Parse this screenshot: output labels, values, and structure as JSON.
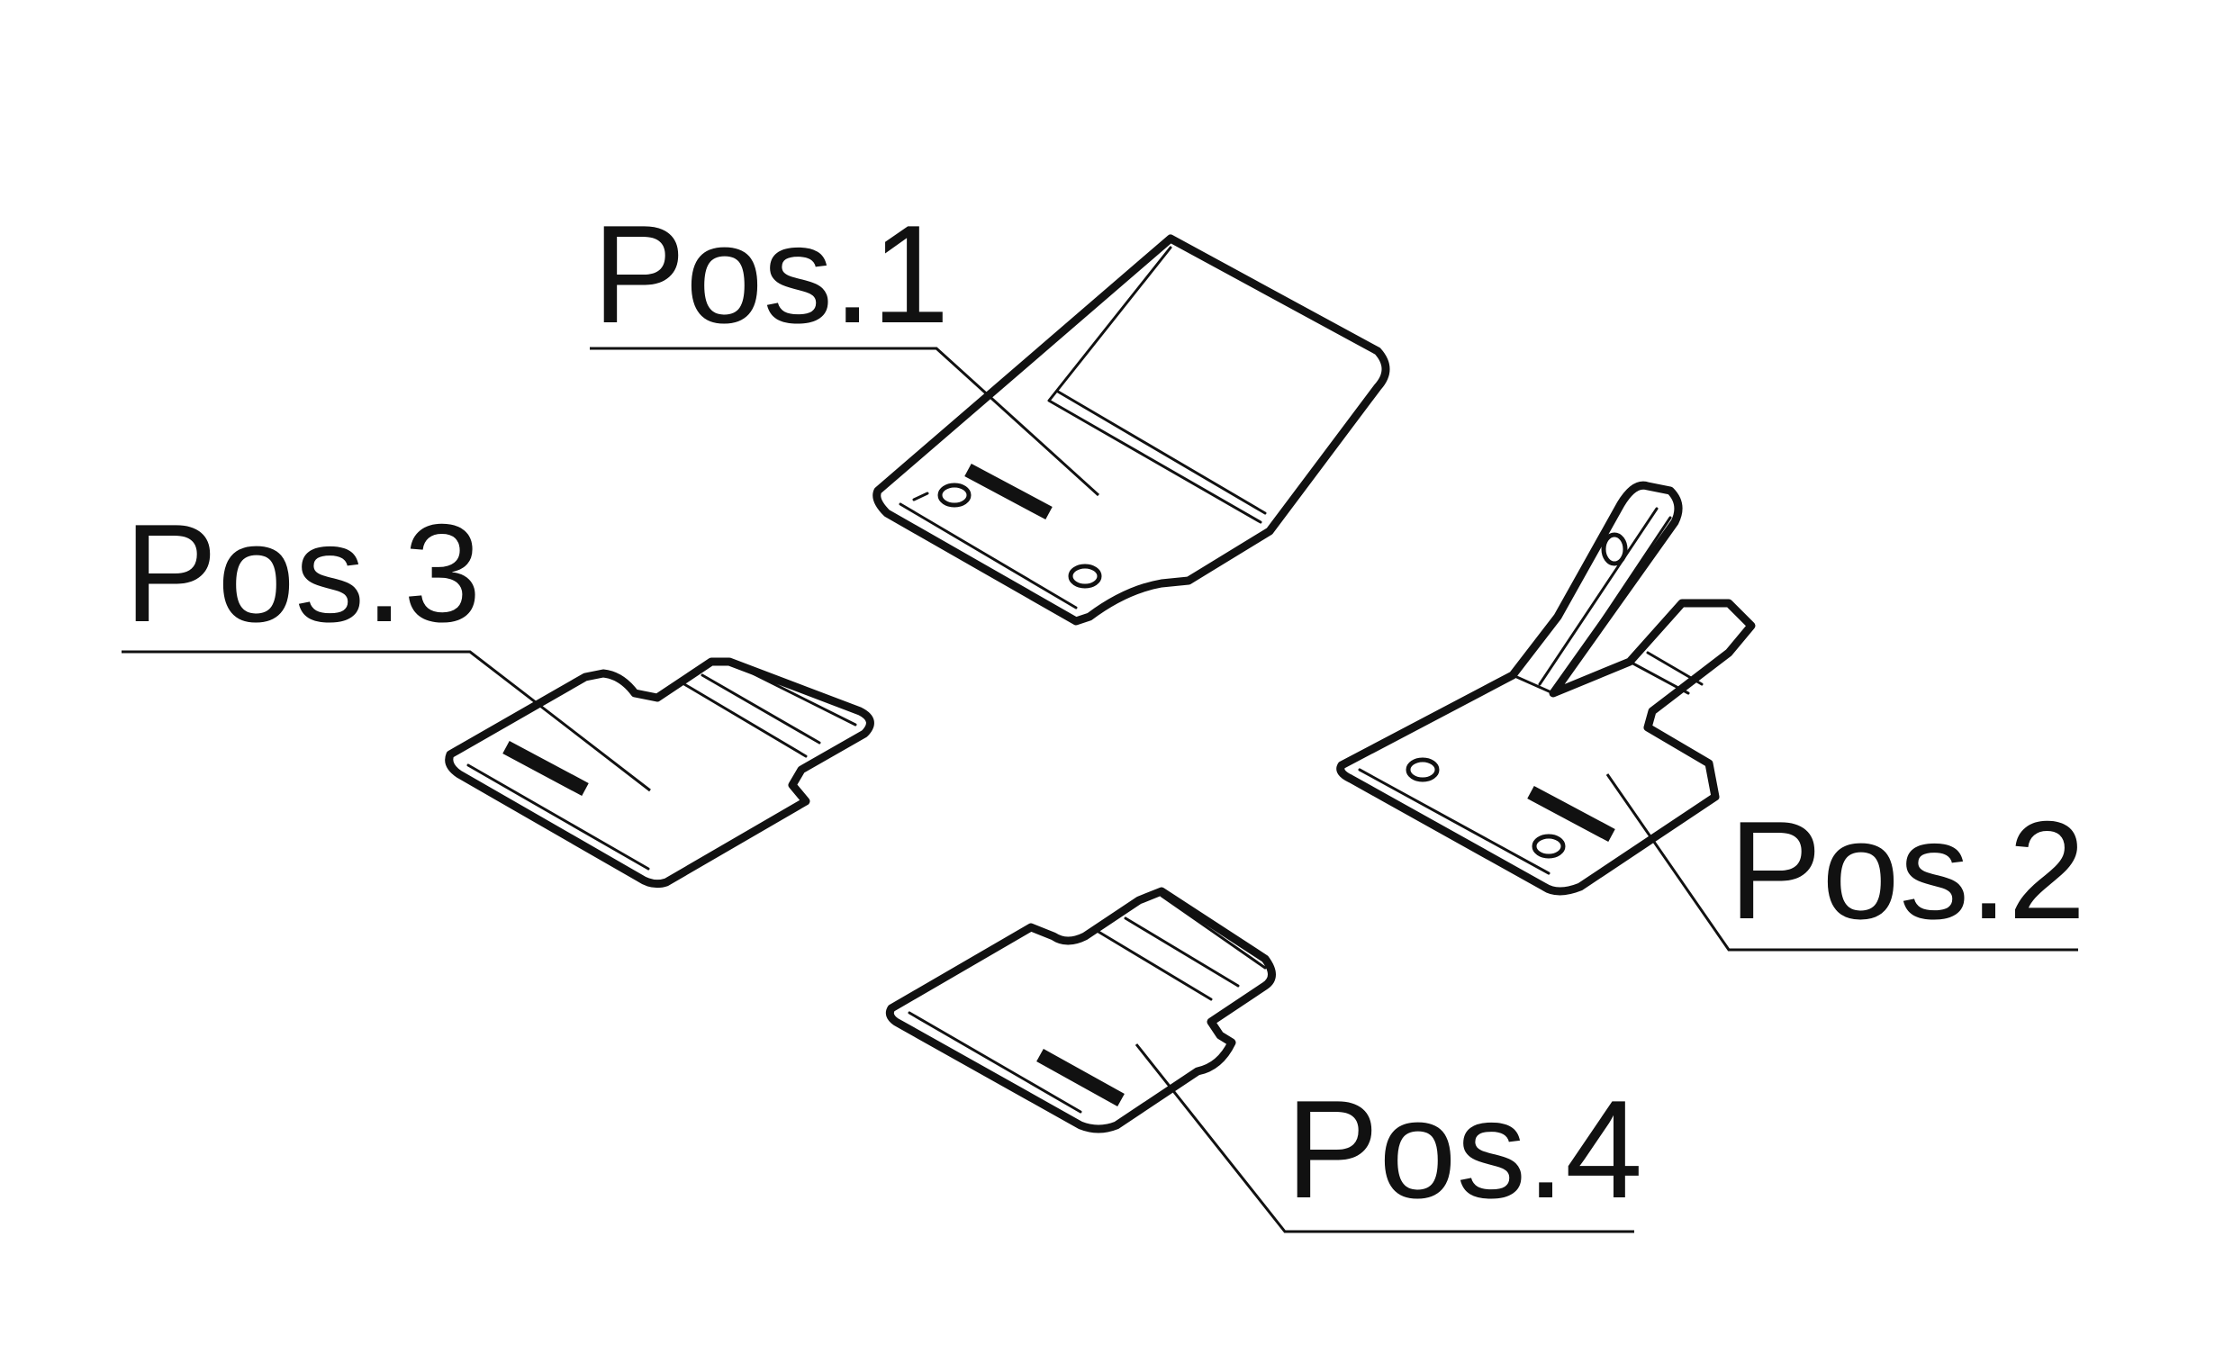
{
  "figure": {
    "background": "#ffffff",
    "ink": "#111111"
  },
  "parts": [
    {
      "id": "pos1",
      "label": "Pos.1"
    },
    {
      "id": "pos2",
      "label": "Pos.2"
    },
    {
      "id": "pos3",
      "label": "Pos.3"
    },
    {
      "id": "pos4",
      "label": "Pos.4"
    }
  ]
}
